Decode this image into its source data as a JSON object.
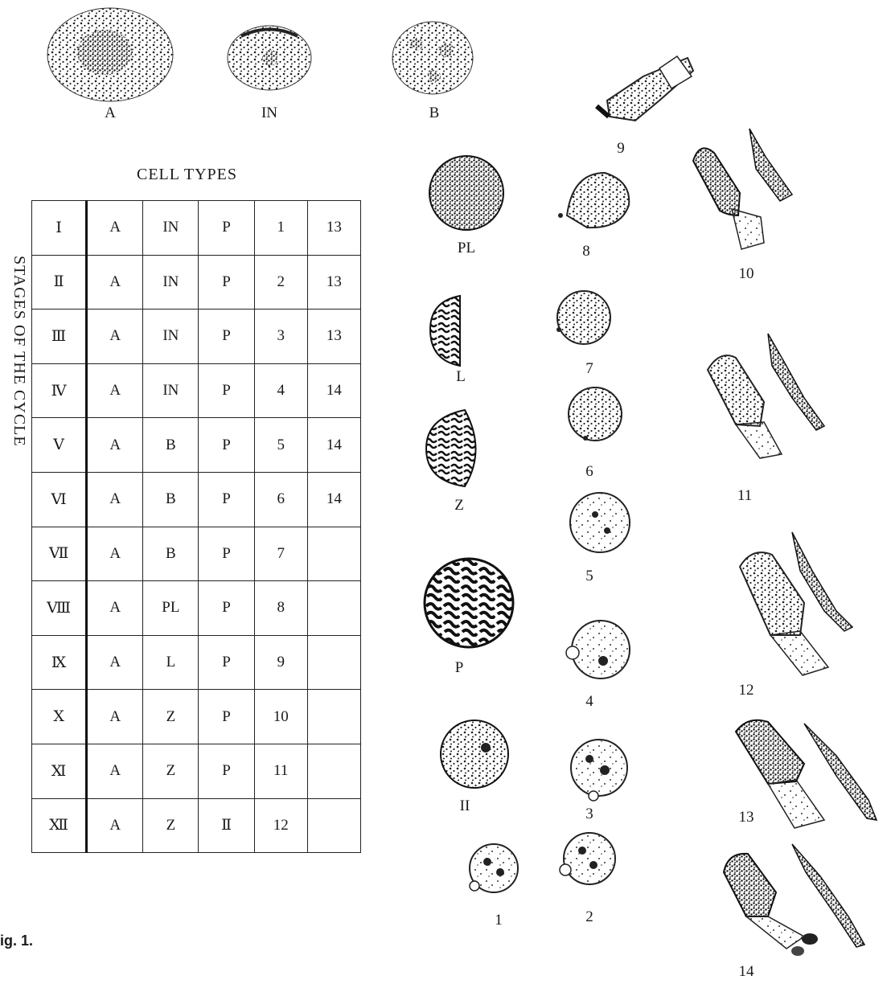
{
  "top_labels": {
    "a": "A",
    "in": "IN",
    "b": "B"
  },
  "cell_types_title": "CELL TYPES",
  "stages_title": "STAGES OF THE CYCLE",
  "table": {
    "rows": [
      [
        "Ⅰ",
        "A",
        "IN",
        "P",
        "1",
        "13"
      ],
      [
        "Ⅱ",
        "A",
        "IN",
        "P",
        "2",
        "13"
      ],
      [
        "Ⅲ",
        "A",
        "IN",
        "P",
        "3",
        "13"
      ],
      [
        "Ⅳ",
        "A",
        "IN",
        "P",
        "4",
        "14"
      ],
      [
        "Ⅴ",
        "A",
        "B",
        "P",
        "5",
        "14"
      ],
      [
        "Ⅵ",
        "A",
        "B",
        "P",
        "6",
        "14"
      ],
      [
        "Ⅶ",
        "A",
        "B",
        "P",
        "7",
        ""
      ],
      [
        "Ⅷ",
        "A",
        "PL",
        "P",
        "8",
        ""
      ],
      [
        "Ⅸ",
        "A",
        "L",
        "P",
        "9",
        ""
      ],
      [
        "Ⅹ",
        "A",
        "Z",
        "P",
        "10",
        ""
      ],
      [
        "Ⅺ",
        "A",
        "Z",
        "P",
        "11",
        ""
      ],
      [
        "Ⅻ",
        "A",
        "Z",
        "Ⅱ",
        "12",
        ""
      ]
    ]
  },
  "cell_labels": {
    "pl": "PL",
    "l": "L",
    "z": "Z",
    "p": "P",
    "ii": "II",
    "n1": "1",
    "n2": "2",
    "n3": "3",
    "n4": "4",
    "n5": "5",
    "n6": "6",
    "n7": "7",
    "n8": "8",
    "n9": "9",
    "n10": "10",
    "n11": "11",
    "n12": "12",
    "n13": "13",
    "n14": "14"
  },
  "caption": "ig. 1."
}
